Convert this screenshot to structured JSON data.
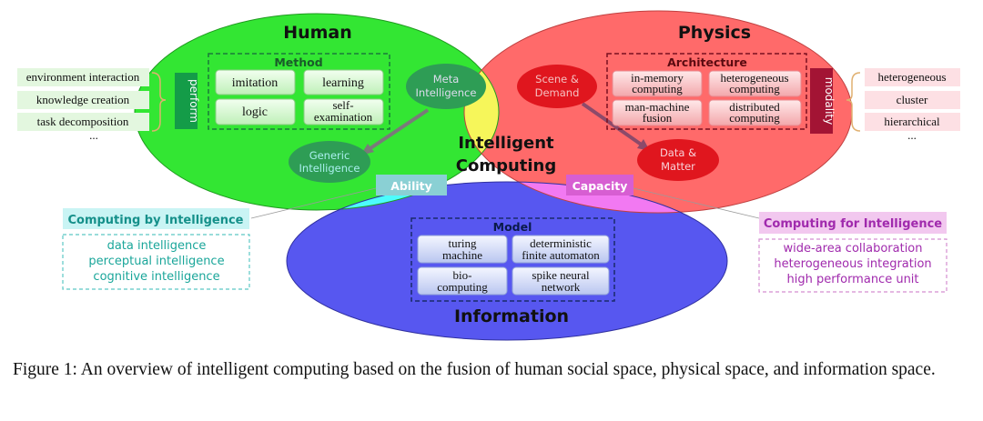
{
  "spaces": {
    "human": "Human",
    "physics": "Physics",
    "information": "Information"
  },
  "center": {
    "line1": "Intelligent",
    "line2": "Computing"
  },
  "method": {
    "title": "Method",
    "items": [
      "imitation",
      "learning",
      "logic",
      "self-",
      "examination"
    ]
  },
  "architecture": {
    "title": "Architecture",
    "items": [
      "in-memory",
      "computing",
      "heterogeneous",
      "computing",
      "man-machine",
      "fusion",
      "distributed",
      "computing"
    ]
  },
  "model": {
    "title": "Model",
    "items": [
      "turing",
      "machine",
      "deterministic",
      "finite automaton",
      "bio-",
      "computing",
      "spike neural",
      "network"
    ]
  },
  "nodes": {
    "meta": [
      "Meta",
      "Intelligence"
    ],
    "generic": [
      "Generic",
      "Intelligence"
    ],
    "scene": [
      "Scene &",
      "Demand"
    ],
    "data": [
      "Data &",
      "Matter"
    ]
  },
  "tags": {
    "perform": "perform",
    "modality": "modality",
    "ability": "Ability",
    "capacity": "Capacity"
  },
  "left_list": [
    "environment interaction",
    "knowledge creation",
    "task decomposition",
    "..."
  ],
  "right_list": [
    "heterogeneous",
    "cluster",
    "hierarchical",
    "..."
  ],
  "by_intelligence": {
    "title": "Computing by Intelligence",
    "items": [
      "data intelligence",
      "perceptual intelligence",
      "cognitive intelligence"
    ]
  },
  "for_intelligence": {
    "title": "Computing for Intelligence",
    "items": [
      "wide-area collaboration",
      "heterogeneous integration",
      "high performance unit"
    ]
  },
  "caption": "Figure 1: An overview of intelligent computing based on the fusion of human social space, physical space, and information space.",
  "colors": {
    "human": "#33e633",
    "physics": "#ff6a6a",
    "information": "#5757f0",
    "cyan": "#4dfcfc",
    "yellow": "#f6f65a",
    "magenta": "#f279f2",
    "center": "#848484",
    "node_green": "#2e9d55",
    "node_red": "#e0161e",
    "tag_green": "#149c48",
    "tag_maroon": "#a31434",
    "teal_text": "#1aa69a",
    "purple_text": "#a02aad"
  }
}
